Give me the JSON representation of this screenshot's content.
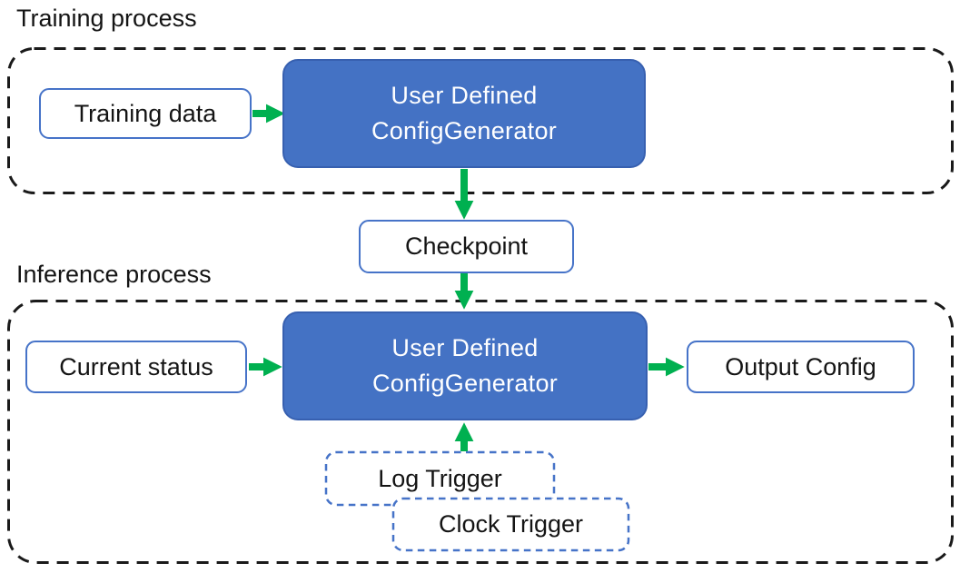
{
  "colors": {
    "node_fill_blue": "#4472c4",
    "node_border_blue": "#3760b0",
    "box_border_blue": "#4673c8",
    "arrow_green": "#00b050",
    "container_border": "#1a1a1a",
    "text_dark": "#141414",
    "text_light": "#ffffff"
  },
  "training": {
    "section_label": "Training process",
    "nodes": {
      "training_data": "Training data",
      "generator_line1": "User Defined",
      "generator_line2": "ConfigGenerator"
    }
  },
  "checkpoint": {
    "label": "Checkpoint"
  },
  "inference": {
    "section_label": "Inference process",
    "nodes": {
      "current_status": "Current status",
      "generator_line1": "User Defined",
      "generator_line2": "ConfigGenerator",
      "output_config": "Output Config",
      "log_trigger": "Log Trigger",
      "clock_trigger": "Clock Trigger"
    }
  }
}
